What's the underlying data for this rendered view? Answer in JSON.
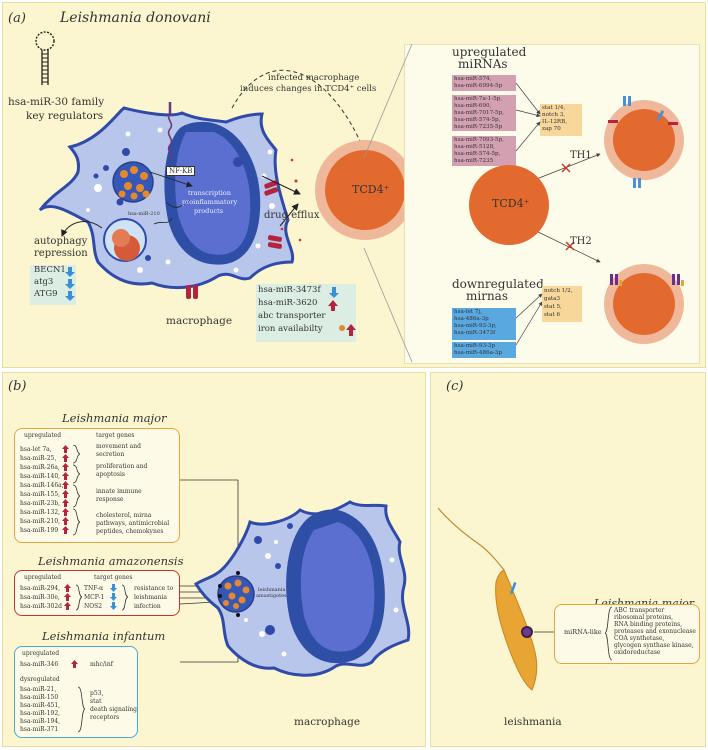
{
  "panel_a": {
    "label": "(a)",
    "title": "Leishmania donovani",
    "mir30": [
      "hsa-miR-30 family",
      "key regulators"
    ],
    "nfkb": "NF-KB",
    "mir210_small": "hsa-miR-210",
    "transcription": [
      "transcription",
      "proinflammatory",
      "products"
    ],
    "drug_efflux": "drug efflux",
    "autophagy": [
      "autophagy",
      "repression"
    ],
    "autophagy_genes": [
      "BECN1",
      "atg3",
      "ATG9"
    ],
    "macrophage": "macrophage",
    "infected_text": [
      "infected macrophage",
      "induces changes in TCD4⁺ cells"
    ],
    "tcd4": "TCD4⁺",
    "iron_box": [
      "hsa-miR-3473f",
      "hsa-miR-3620",
      "abc transporter",
      "iron availabilty"
    ],
    "upregulated_title": [
      "upregulated",
      "miRNAs"
    ],
    "up_group1": [
      "hsa-miR-574,",
      "hsa-miR-6994-5p"
    ],
    "up_group2": [
      "hsa-miR-7a-1-5p,",
      "hsa-miR-690,",
      "hsa-miR-7017-5p,",
      "hsa-miR-574-5p,",
      "hsa-miR-7235-5p"
    ],
    "up_group3": [
      "hsa-miR-7093-5p,",
      "hsa-miR-5128,",
      "hsa-miR-574-5p,",
      "hsa-miR-7235"
    ],
    "up_targets": [
      "stat 1/4,",
      "notch 3,",
      "IL-12RB,",
      "zap 70"
    ],
    "tcd4_right": "TCD4⁺",
    "th1": "TH1",
    "th2": "TH2",
    "downregulated_title": [
      "downregulated",
      "mirnas"
    ],
    "down_group1": [
      "hsa-let 7j,",
      "hsa-486a-3p",
      "hsa-miR-93-3p,",
      "hsa-miR-3473f"
    ],
    "down_group2": [
      "hsa-miR-93-3p",
      "hsa-miR-486a-3p"
    ],
    "down_targets1": [
      "notch 1/2,",
      "gata3",
      "stat 5,",
      "stat 6"
    ]
  },
  "panel_b": {
    "label": "(b)",
    "major_title": "Leishmania major",
    "upregulated": "upregulated",
    "target_genes": "target genes",
    "major_mirs": [
      "hsa-let 7a,",
      "hsa-miR-25,",
      "hsa-miR-26a,",
      "hsa-miR-140,",
      "hsa-miR-146a,",
      "hsa-miR-155,",
      "hsa-miR-23b,",
      "hsa-miR-132,",
      "hsa-miR-210,",
      "hsa-miR-199"
    ],
    "major_targets": [
      [
        "movement and",
        "secretion"
      ],
      [
        "proliferation and",
        "apoptosis"
      ],
      [
        "innate immune",
        "response"
      ],
      [
        "cholesterol, mirna",
        "pathways, antimicrobial",
        "peptides, chemokynes"
      ]
    ],
    "amaz_title": "Leishmania amazonensis",
    "amaz_mirs": [
      "hsa-miR-294,",
      "hsa-miR-30e,",
      "hsa-miR-302d"
    ],
    "amaz_genes": [
      "TNF-α",
      "MCP-1",
      "NOS2"
    ],
    "amaz_effect": [
      "resistance to",
      "leishmania",
      "infection"
    ],
    "infantum_title": "Leishmania infantum",
    "inf_up": "upregulated",
    "inf_up_mir": "hsa-miR-346",
    "inf_up_target": "mhc/inf",
    "inf_dys": "dysregulated",
    "inf_dys_mirs": [
      "hsa-miR-21,",
      "hsa-miR-150",
      "hsa-miR-451,",
      "hsa-miR-192,",
      "hsa-miR-194,",
      "hsa-miR-371"
    ],
    "inf_dys_targets": [
      "p53,",
      "stat",
      "death signaling",
      "receptors"
    ],
    "amastigotes": [
      "leishmania",
      "amastigotes"
    ],
    "macrophage": "macrophage"
  },
  "panel_c": {
    "label": "(c)",
    "title": "Leishmania major",
    "mirna_like": "miRNA-like",
    "targets": [
      "ABC transporter",
      "ribosomal proteins,",
      "RNA binding proteins,",
      "proteases and exonuclease",
      "COA synthetase,",
      "glycogen synthase kinase,",
      "oxidoreductase"
    ],
    "leishmania": "leishmania"
  },
  "colors": {
    "panel_bg": "#fbf6cf",
    "up_pink": "#d3a0b2",
    "down_blue": "#5aa8e0",
    "orange_box": "#f7d79a",
    "cell_orange": "#e36a2e",
    "macro_blue": "#2f4aa8",
    "arrow_red": "#c0392b",
    "arrow_blue": "#3a8fd6"
  }
}
